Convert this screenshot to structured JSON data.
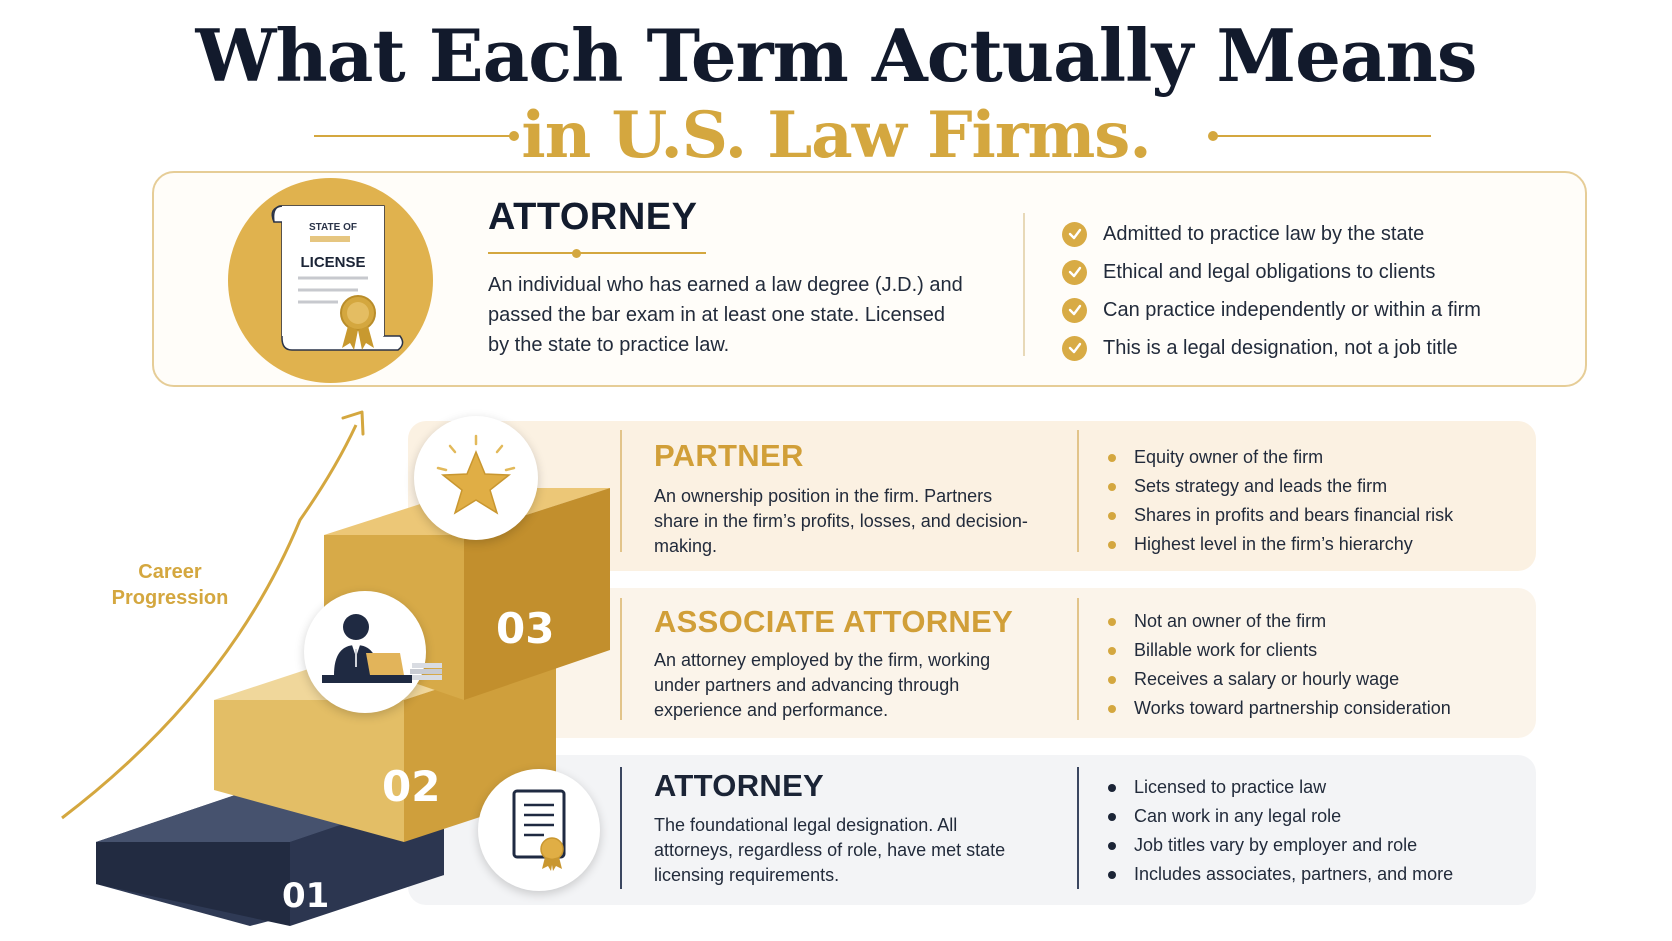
{
  "title": {
    "line1": "What Each Term Actually Means",
    "line2": "in U.S. Law Firms."
  },
  "top_card": {
    "license": {
      "state_of": "STATE OF",
      "label": "LICENSE"
    },
    "heading": "ATTORNEY",
    "description": "An individual who has earned a law degree (J.D.) and passed the bar exam in at least one state. Licensed by the state to practice law.",
    "checks": [
      "Admitted to practice law by the state",
      "Ethical and legal obligations to clients",
      "Can practice independently or within a firm",
      "This is a legal designation, not a job title"
    ]
  },
  "career_label": "Career Progression",
  "steps": {
    "step1": "01",
    "step2": "02",
    "step3": "03"
  },
  "tiers": {
    "partner": {
      "heading": "PARTNER",
      "description": "An ownership position in the firm. Partners share in the firm’s profits, losses, and decision-making.",
      "bullets": [
        "Equity owner of the firm",
        "Sets strategy and leads the firm",
        "Shares in profits and bears financial risk",
        "Highest level in the firm’s hierarchy"
      ]
    },
    "associate": {
      "heading": "ASSOCIATE ATTORNEY",
      "description": "An attorney employed by the firm, working under partners and advancing through experience and performance.",
      "bullets": [
        "Not an owner of the firm",
        "Billable work for clients",
        "Receives a salary or hourly wage",
        "Works toward partnership consideration"
      ]
    },
    "attorney": {
      "heading": "ATTORNEY",
      "description": "The foundational legal designation. All attorneys, regardless of role, have met state licensing requirements.",
      "bullets": [
        "Licensed to practice law",
        "Can work in any legal role",
        "Job titles vary by employer and role",
        "Includes associates, partners, and more"
      ]
    }
  },
  "colors": {
    "gold": "#d4a73f",
    "navy": "#121a2c",
    "slate": "#3a4660"
  },
  "icons": [
    "license-certificate-icon",
    "check-icon",
    "star-icon",
    "person-laptop-icon",
    "document-seal-icon",
    "arrow-up-icon"
  ]
}
